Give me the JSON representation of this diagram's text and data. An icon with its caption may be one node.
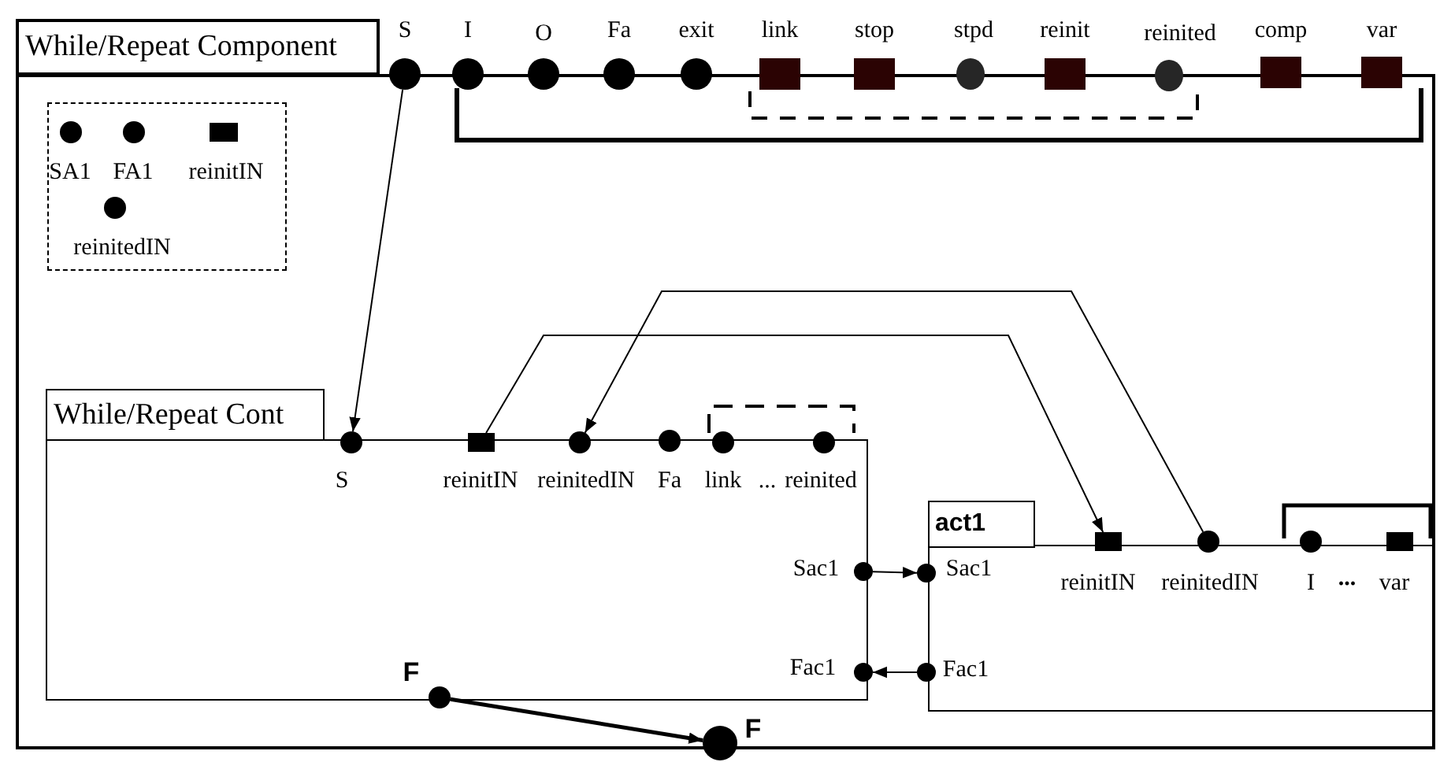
{
  "diagram": {
    "nodes": [
      {
        "text": [
          "While/Repeat Component"
        ]
      },
      {
        "text": [],
        "shape": "circle",
        "beside": [
          "S"
        ]
      },
      {
        "text": [],
        "shape": "circle",
        "beside": [
          "I"
        ]
      },
      {
        "text": [],
        "shape": "circle",
        "beside": [
          "O"
        ]
      },
      {
        "text": [],
        "shape": "circle",
        "beside": [
          "Fa"
        ]
      },
      {
        "text": [],
        "shape": "circle",
        "beside": [
          "exit"
        ]
      },
      {
        "text": [],
        "shape": "box",
        "beside": [
          "link"
        ]
      },
      {
        "text": [],
        "shape": "box",
        "beside": [
          "stop"
        ]
      },
      {
        "text": [],
        "shape": "circle",
        "beside": [
          "stpd"
        ]
      },
      {
        "text": [],
        "shape": "box",
        "beside": [
          "reinit"
        ]
      },
      {
        "text": [],
        "shape": "circle",
        "beside": [
          "reinited"
        ]
      },
      {
        "text": [],
        "shape": "box",
        "beside": [
          "comp"
        ]
      },
      {
        "text": [],
        "shape": "box",
        "beside": [
          "var"
        ]
      },
      {
        "text": [],
        "shape": "box",
        "in": 0
      },
      {
        "text": [],
        "shape": "circle",
        "beside": [
          "SA1"
        ],
        "in": 13
      },
      {
        "text": [],
        "shape": "circle",
        "beside": [
          "FA1"
        ],
        "in": 13
      },
      {
        "text": [],
        "shape": "box",
        "beside": [
          "reinitIN"
        ],
        "in": 13
      },
      {
        "text": [],
        "shape": "circle",
        "beside": [
          "reinitedIN"
        ],
        "in": 13
      },
      {
        "text": [
          "While/Repeat Cont"
        ],
        "in": 0
      },
      {
        "text": [],
        "shape": "circle",
        "in": 0
      },
      {
        "text": [],
        "shape": "box",
        "in": 0
      },
      {
        "text": [],
        "shape": "circle",
        "in": 0
      },
      {
        "text": [],
        "shape": "circle",
        "in": 0
      },
      {
        "text": [],
        "shape": "circle",
        "in": 0
      },
      {
        "text": [],
        "shape": "circle",
        "in": 0
      },
      {
        "text": [],
        "shape": "circle",
        "in": 0
      },
      {
        "text": [],
        "shape": "circle",
        "in": 0
      },
      {
        "text": [],
        "shape": "circle",
        "beside": [
          "F"
        ],
        "in": 0
      },
      {
        "text": [
          "act1"
        ],
        "in": 0
      },
      {
        "text": [],
        "shape": "box",
        "in": 0
      },
      {
        "text": [],
        "shape": "circle",
        "in": 0
      },
      {
        "text": [],
        "shape": "circle",
        "in": 0
      },
      {
        "text": [],
        "shape": "box",
        "in": 0
      },
      {
        "text": [],
        "shape": "circle",
        "in": 0
      },
      {
        "text": [],
        "shape": "circle",
        "in": 0
      },
      {
        "text": [],
        "shape": "circle",
        "beside": [
          "F"
        ]
      }
    ],
    "edges": [
      {
        "from": 1,
        "to": 19,
        "arrow": "to"
      },
      {
        "from": 20,
        "to": 29,
        "arrow": "to"
      },
      {
        "from": 30,
        "to": 21,
        "arrow": "to"
      },
      {
        "from": 25,
        "to": 33,
        "arrow": "to"
      },
      {
        "from": 34,
        "to": 26,
        "arrow": "to"
      },
      {
        "from": 27,
        "to": 35,
        "arrow": "to",
        "style": "thick"
      }
    ],
    "labels": [
      "S",
      "reinitIN",
      "reinitedIN",
      "Fa",
      "link",
      "...",
      "reinited",
      "Sac1",
      "Sac1",
      "reinitIN",
      "reinitedIN",
      "I",
      "...",
      "var",
      "Fac1",
      "Fac1"
    ]
  }
}
